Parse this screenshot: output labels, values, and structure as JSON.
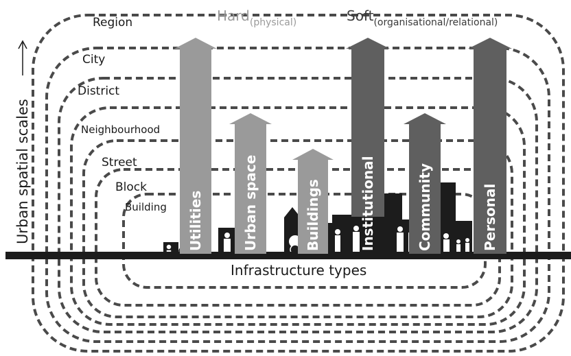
{
  "scales": [
    "Region",
    "City",
    "District",
    "Neighbourhood",
    "Street",
    "Block",
    "Building"
  ],
  "categories": {
    "hard": {
      "main": "Hard",
      "sub": "(physical)"
    },
    "soft": {
      "main": "Soft",
      "sub": "(organisational/relational)"
    }
  },
  "infrastructure": [
    {
      "label": "Utilities",
      "category": "hard"
    },
    {
      "label": "Urban space",
      "category": "hard"
    },
    {
      "label": "Buildings",
      "category": "hard"
    },
    {
      "label": "Institutional",
      "category": "soft"
    },
    {
      "label": "Community",
      "category": "soft"
    },
    {
      "label": "Personal",
      "category": "soft"
    }
  ],
  "axis_label": "Urban spatial scales",
  "infra_label": "Infrastructure types",
  "colors": {
    "hard": "#9a9a9a",
    "soft": "#5f5f5f",
    "ink": "#1a1a1a",
    "dash": "#4a4a4a"
  }
}
